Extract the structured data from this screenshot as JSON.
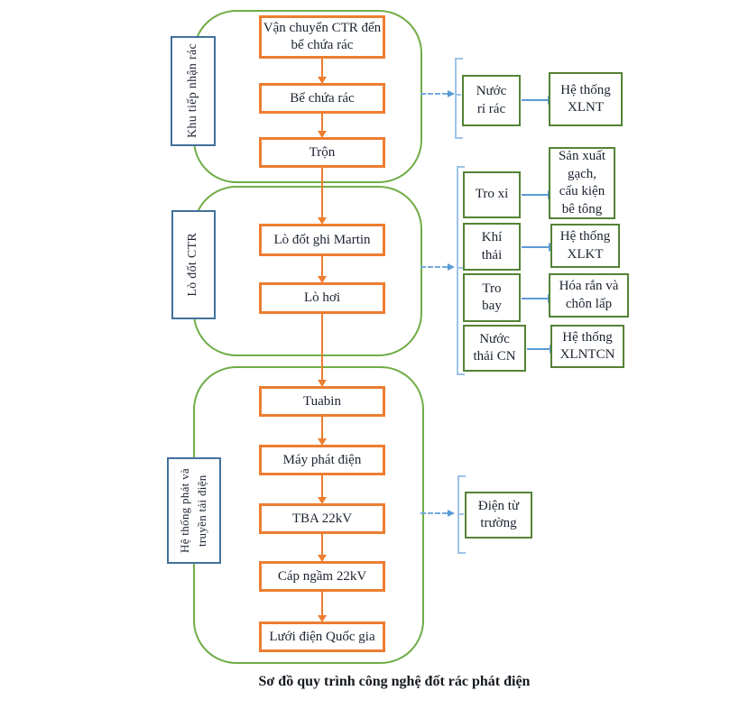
{
  "caption": "Sơ đồ quy trình công nghệ đốt rác phát điện",
  "sections": [
    {
      "label": "Khu tiếp nhận rác",
      "steps": [
        "Vận chuyển CTR đến bể chứa rác",
        "Bể chứa rác",
        "Trộn"
      ]
    },
    {
      "label": "Lò đốt CTR",
      "steps": [
        "Lò đốt ghi Martin",
        "Lò hơi"
      ]
    },
    {
      "label": "Hệ thống phát và truyền tải điện",
      "steps": [
        "Tuabin",
        "Máy phát điện",
        "TBA 22kV",
        "Cáp ngầm 22kV",
        "Lưới điện Quốc gia"
      ]
    }
  ],
  "byproducts": [
    {
      "source": "Nước rỉ rác",
      "treatment": "Hệ thống XLNT"
    },
    {
      "source": "Tro xỉ",
      "treatment": "Sản xuất gạch, cấu kiện bê tông"
    },
    {
      "source": "Khí thải",
      "treatment": "Hệ thống XLKT"
    },
    {
      "source": "Tro bay",
      "treatment": "Hóa rắn và chôn lấp"
    },
    {
      "source": "Nước thải CN",
      "treatment": "Hệ thống XLNTCN"
    },
    {
      "source": "Điện từ trường",
      "treatment": ""
    }
  ],
  "colors": {
    "process_box_border": "#ED7D31",
    "section_container_border": "#70AD47",
    "section_label_border": "#41719C",
    "output_box_border": "#548235",
    "arrow_orange": "#ED7D31",
    "arrow_blue": "#5B9BD5",
    "bracket_blue": "#9DC3E6",
    "text": "#1C2330"
  }
}
